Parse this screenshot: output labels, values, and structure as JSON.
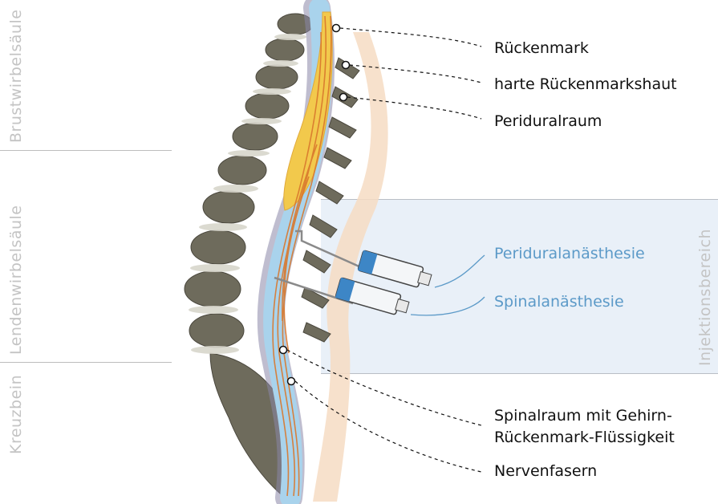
{
  "regions": {
    "thoracic": "Brustwirbelsäule",
    "lumbar": "Lendenwirbelsäule",
    "sacrum": "Kreuzbein"
  },
  "injection_area": "Injektionsbereich",
  "labels": {
    "spinal_cord": "Rückenmark",
    "dura": "harte Rückenmarkshaut",
    "epidural_space": "Periduralraum",
    "epidural_anesthesia": "Periduralanästhesie",
    "spinal_anesthesia": "Spinalanästhesie",
    "spinal_space_line1": "Spinalraum mit Gehirn-",
    "spinal_space_line2": "Rückenmark-Flüssigkeit",
    "nerve_fibers": "Nervenfasern"
  },
  "colors": {
    "anesthesia_label": "#5c9ac8",
    "injection_area_fill": "#e9f0f8",
    "bone": "#6e6b5c",
    "spinal_cord": "#f2c94c",
    "csf": "#a9d3ec"
  }
}
